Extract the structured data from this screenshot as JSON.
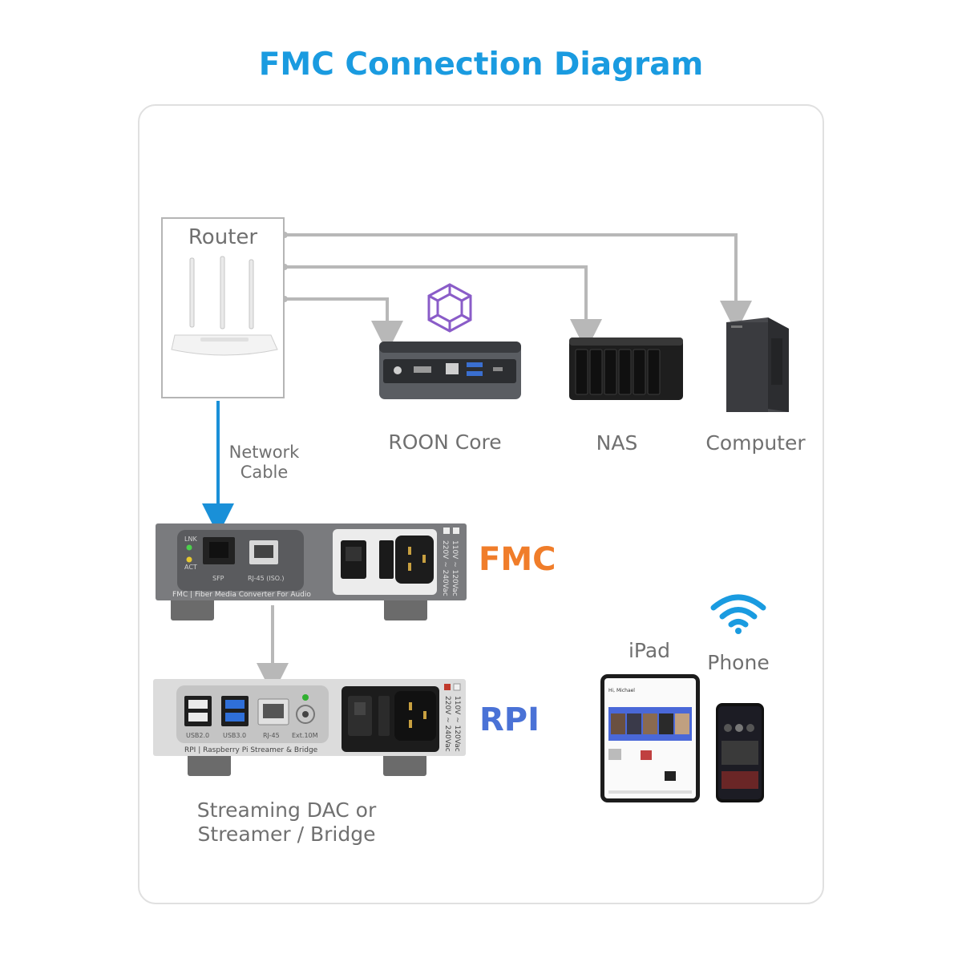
{
  "title": "FMC Connection Diagram",
  "colors": {
    "title": "#1a9be0",
    "fmc": "#f07d2a",
    "rpi": "#4a72d6",
    "network_cable": "#1a90d8",
    "connector": "#b8b8b8",
    "wifi": "#1a9be0",
    "roon": "#8a5cc8"
  },
  "router": {
    "label": "Router"
  },
  "network_cable": {
    "line1": "Network",
    "line2": "Cable"
  },
  "devices": {
    "roon": "ROON Core",
    "nas": "NAS",
    "computer": "Computer",
    "fmc": "FMC",
    "rpi": "RPI",
    "ipad": "iPad",
    "phone": "Phone"
  },
  "fmc_unit": {
    "led_lnk": "LNK",
    "led_act": "ACT",
    "port_sfp": "SFP",
    "port_rj45": "RJ-45 (ISO.)",
    "caption": "FMC  |  Fiber Media Converter For Audio",
    "voltage1": "110V ~ 120Vac",
    "voltage2": "220V ~ 240Vac"
  },
  "rpi_unit": {
    "port_usb2": "USB2.0",
    "port_usb3": "USB3.0",
    "port_rj45": "RJ-45",
    "port_ext": "Ext.10M",
    "caption": "RPI  |  Raspberry Pi Streamer & Bridge",
    "voltage1": "110V ~ 120Vac",
    "voltage2": "220V ~ 240Vac"
  },
  "streaming": {
    "line1": "Streaming DAC or",
    "line2": "Streamer / Bridge"
  },
  "ipad_screen": {
    "heading": "Hi, Michael"
  }
}
